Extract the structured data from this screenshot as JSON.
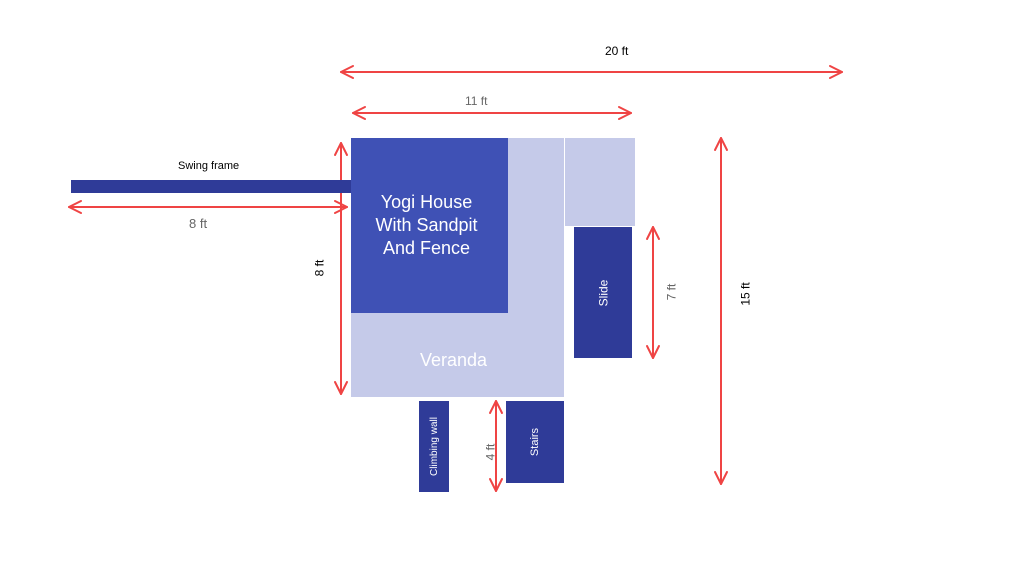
{
  "colors": {
    "arrow": "#ef4444",
    "dark_block": "#2f3b98",
    "house_block": "#3f51b5",
    "light_block": "#c5cae9",
    "dim_text_gray": "#666666"
  },
  "labels": {
    "width_total": "20 ft",
    "width_house": "11 ft",
    "swing_frame": "Swing frame",
    "swing_length": "8 ft",
    "height_house": "8 ft",
    "house_name": "Yogi House\nWith Sandpit\nAnd Fence",
    "veranda": "Veranda",
    "slide": "Slide",
    "slide_length": "7 ft",
    "depth_total": "15 ft",
    "climbing_wall": "Climbing wall",
    "stairs": "Stairs",
    "stairs_length": "4 ft"
  }
}
